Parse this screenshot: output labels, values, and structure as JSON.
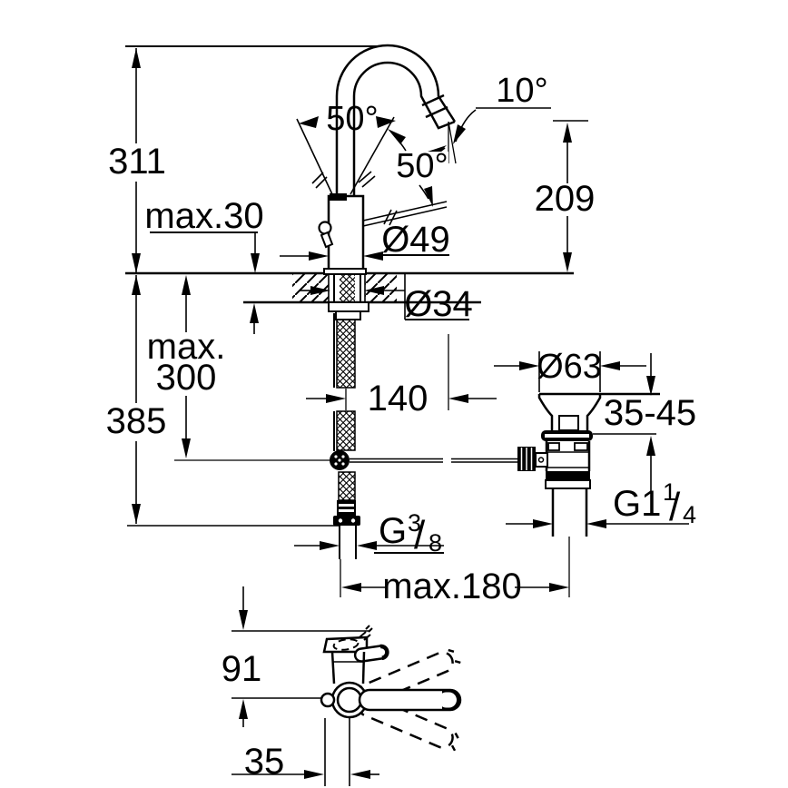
{
  "drawing": {
    "type": "technical-dimension-drawing",
    "subject": "single-lever basin mixer faucet with pop-up waste",
    "units": "mm",
    "background": "#ffffff",
    "line_color": "#000000",
    "labels": {
      "total_height": "311",
      "max_deck_thickness": "max.30",
      "lever_swing_left": "50°",
      "spout_outlet_angle": "10°",
      "lever_swing_right": "50°",
      "outlet_height": "209",
      "body_diameter": "Ø49",
      "mounting_hole_diameter": "Ø34",
      "max_hose_depth_line1": "max.",
      "max_hose_depth_line2": "300",
      "total_depth_below_deck": "385",
      "spout_projection": "140",
      "waste_flange_diameter": "Ø63",
      "basin_clamp_range": "35-45",
      "waste_thread_main": "G1",
      "waste_thread_numerator": "1",
      "waste_thread_slash": "/",
      "waste_thread_denominator": "4",
      "supply_thread_main": "G",
      "supply_thread_numerator": "3",
      "supply_thread_slash": "/",
      "supply_thread_denominator": "8",
      "max_reach": "max.180",
      "front_lever_height": "91",
      "front_offset": "35"
    }
  }
}
